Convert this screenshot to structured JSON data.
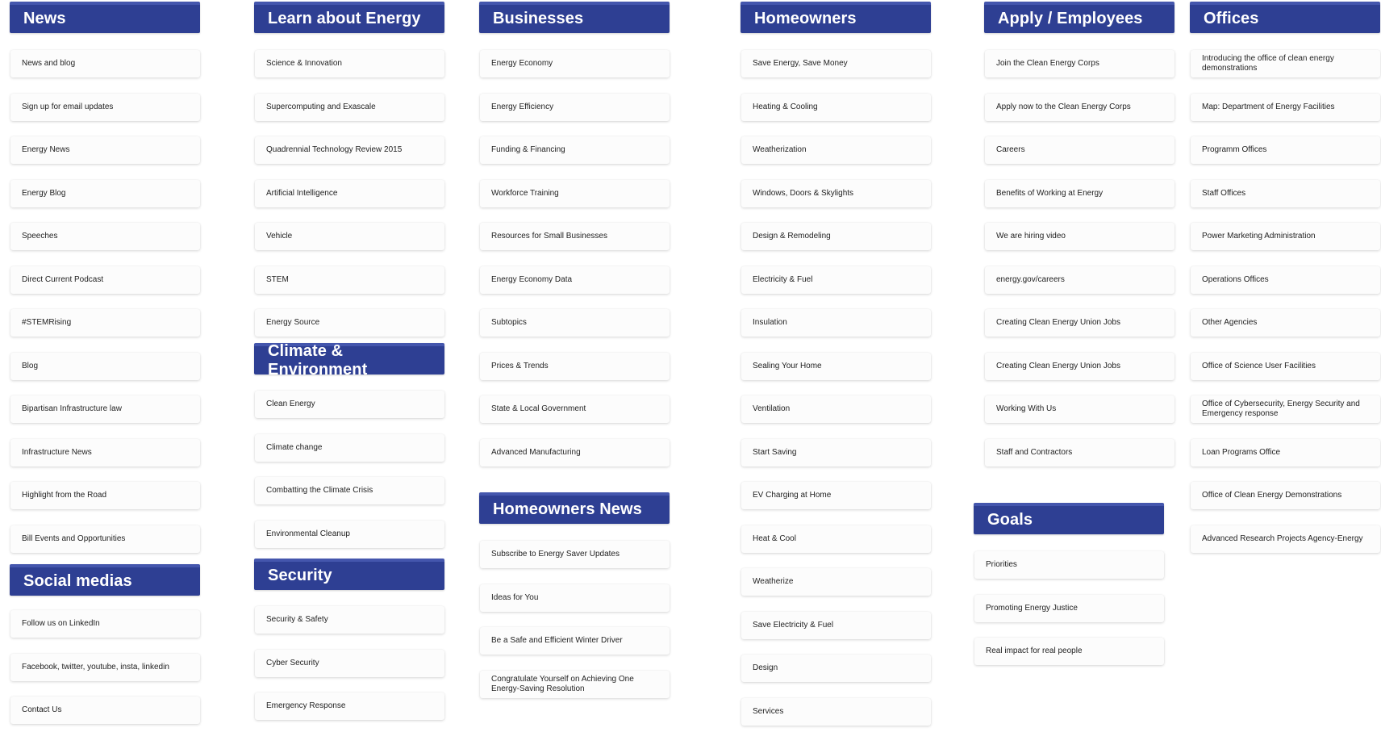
{
  "columns": {
    "news": {
      "title": "News",
      "items": [
        "News and blog",
        "Sign up for email updates",
        "Energy News",
        "Energy Blog",
        "Speeches",
        "Direct Current Podcast",
        "#STEMRising",
        "Blog",
        "Bipartisan Infrastructure law",
        "Infrastructure News",
        "Highlight from the Road",
        "Bill Events and Opportunities"
      ]
    },
    "social": {
      "title": "Social medias",
      "items": [
        "Follow us on LinkedIn",
        "Facebook, twitter, youtube, insta, linkedin",
        "Contact Us"
      ]
    },
    "learn": {
      "title": "Learn about Energy",
      "items": [
        "Science & Innovation",
        "Supercomputing and Exascale",
        "Quadrennial Technology Review 2015",
        "Artificial Intelligence",
        "Vehicle",
        "STEM",
        "Energy Source"
      ]
    },
    "climate": {
      "title": "Climate & Environment",
      "items": [
        "Clean Energy",
        "Climate change",
        "Combatting the Climate Crisis",
        "Environmental Cleanup"
      ]
    },
    "security": {
      "title": "Security",
      "items": [
        "Security & Safety",
        "Cyber Security",
        "Emergency Response"
      ]
    },
    "businesses": {
      "title": "Businesses",
      "items": [
        "Energy Economy",
        "Energy Efficiency",
        "Funding & Financing",
        "Workforce Training",
        "Resources for Small Businesses",
        "Energy Economy Data",
        "Subtopics",
        "Prices & Trends",
        "State & Local Government",
        "Advanced Manufacturing"
      ]
    },
    "homeowners_news": {
      "title": "Homeowners News",
      "items": [
        "Subscribe to Energy Saver Updates",
        "Ideas for You",
        "Be a Safe and Efficient Winter Driver",
        "Congratulate Yourself on Achieving One Energy-Saving Resolution"
      ]
    },
    "homeowners": {
      "title": "Homeowners",
      "items": [
        "Save Energy, Save Money",
        "Heating & Cooling",
        "Weatherization",
        "Windows, Doors & Skylights",
        "Design & Remodeling",
        "Electricity & Fuel",
        "Insulation",
        "Sealing Your Home",
        "Ventilation",
        "Start Saving",
        "EV Charging at Home",
        "Heat & Cool",
        "Weatherize",
        "Save Electricity & Fuel",
        "Design",
        "Services"
      ]
    },
    "apply": {
      "title": "Apply / Employees",
      "items": [
        "Join the Clean Energy Corps",
        "Apply now to the Clean Energy Corps",
        "Careers",
        "Benefits of Working at Energy",
        "We are hiring video",
        "energy.gov/careers",
        "Creating Clean Energy Union Jobs",
        "Creating Clean Energy Union Jobs",
        "Working With Us",
        "Staff and Contractors"
      ]
    },
    "goals": {
      "title": "Goals",
      "items": [
        "Priorities",
        "Promoting Energy Justice",
        "Real impact for real people"
      ]
    },
    "offices": {
      "title": "Offices",
      "items": [
        "Introducing the office of clean energy demonstrations",
        "Map: Department of Energy Facilities",
        "Programm Offices",
        "Staff Offices",
        "Power Marketing Administration",
        "Operations Offices",
        "Other Agencies",
        "Office of Science User Facilities",
        "Office of Cybersecurity, Energy Security and Emergency response",
        "Loan Programs Office",
        "Office of Clean Energy Demonstrations",
        "Advanced Research Projects Agency-Energy"
      ]
    }
  }
}
